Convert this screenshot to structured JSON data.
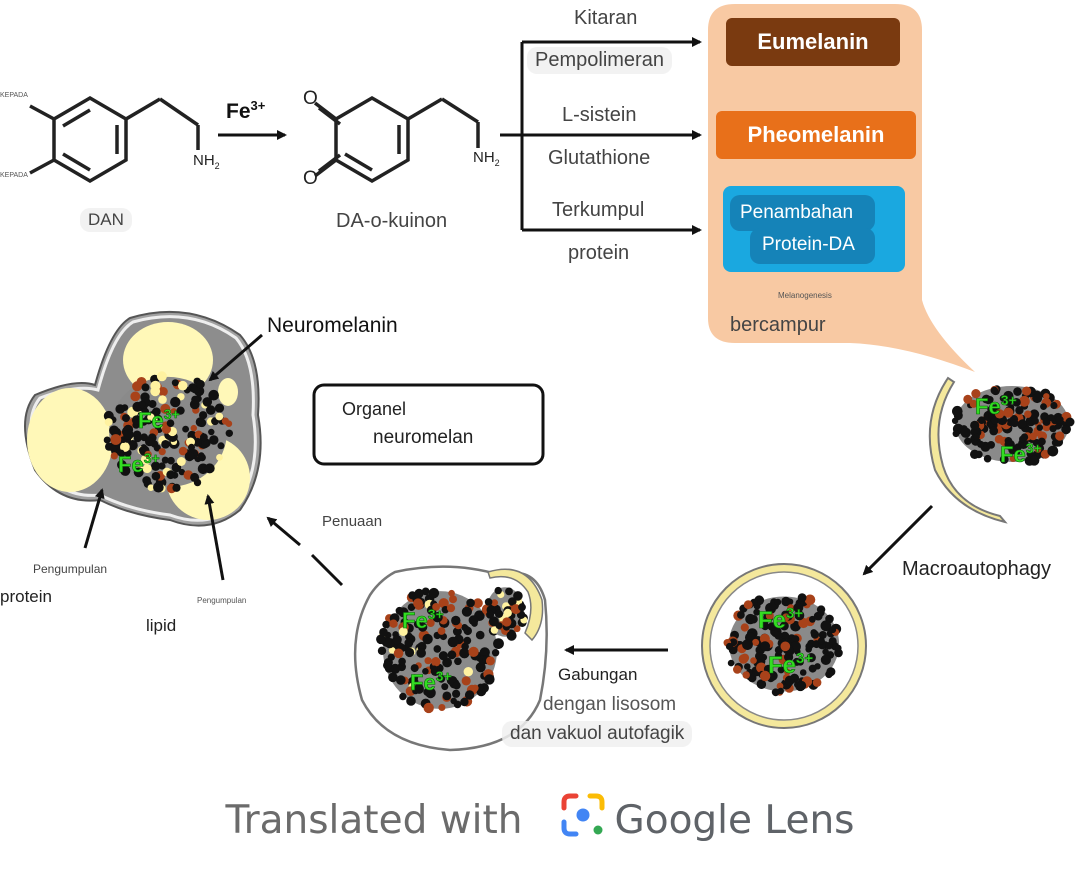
{
  "molecules": {
    "dan_label": "DAN",
    "dan_annot_1": "KEPADA",
    "dan_annot_2": "KEPADA",
    "reagent": "Fe",
    "reagent_sup": "3+",
    "nh2_1": "NH",
    "nh2_1_sub": "2",
    "quinone_label": "DA-o-kuinon",
    "nh2_2": "NH",
    "nh2_2_sub": "2",
    "o_top": "O",
    "o_bottom": "O"
  },
  "pathways": {
    "kitaran": "Kitaran",
    "pempolimeran": "Pempolimeran",
    "l_sistein": "L-sistein",
    "glutathione": "Glutathione",
    "terkumpul": "Terkumpul",
    "protein": "protein"
  },
  "melanogenesis": {
    "eumelanin": "Eumelanin",
    "pheomelanin": "Pheomelanin",
    "penambahan": "Penambahan",
    "protein_da": "Protein-DA",
    "melanogenesis_label": "Melanogenesis",
    "bercampur": "bercampur"
  },
  "cycle": {
    "macroautophagy": "Macroautophagy",
    "gabungan": "Gabungan",
    "dengan_lisosom": "dengan lisosom",
    "dan_vakuol": "dan vakuol autofagik",
    "penuaan": "Penuaan",
    "fe_label": "Fe",
    "fe_sup": "3+"
  },
  "organelle": {
    "neuromelanin": "Neuromelanin",
    "box_line1": "Organel",
    "box_line2": "neuromelan",
    "pengumpulan_protein_1": "Pengumpulan",
    "pengumpulan_protein_2": "protein",
    "pengumpulan_lipid_1": "Pengumpulan",
    "pengumpulan_lipid_2": "lipid"
  },
  "footer": {
    "translated_with": "Translated with",
    "google_lens": "Google Lens"
  },
  "colors": {
    "eumelanin": "#7a3a10",
    "pheomelanin": "#e8701a",
    "protein_box": "#1aa8e0",
    "protein_inner": "#1583b8",
    "orange_panel": "#f8c9a3",
    "lipid": "#fff8b8",
    "fe_green": "#33dd22"
  }
}
